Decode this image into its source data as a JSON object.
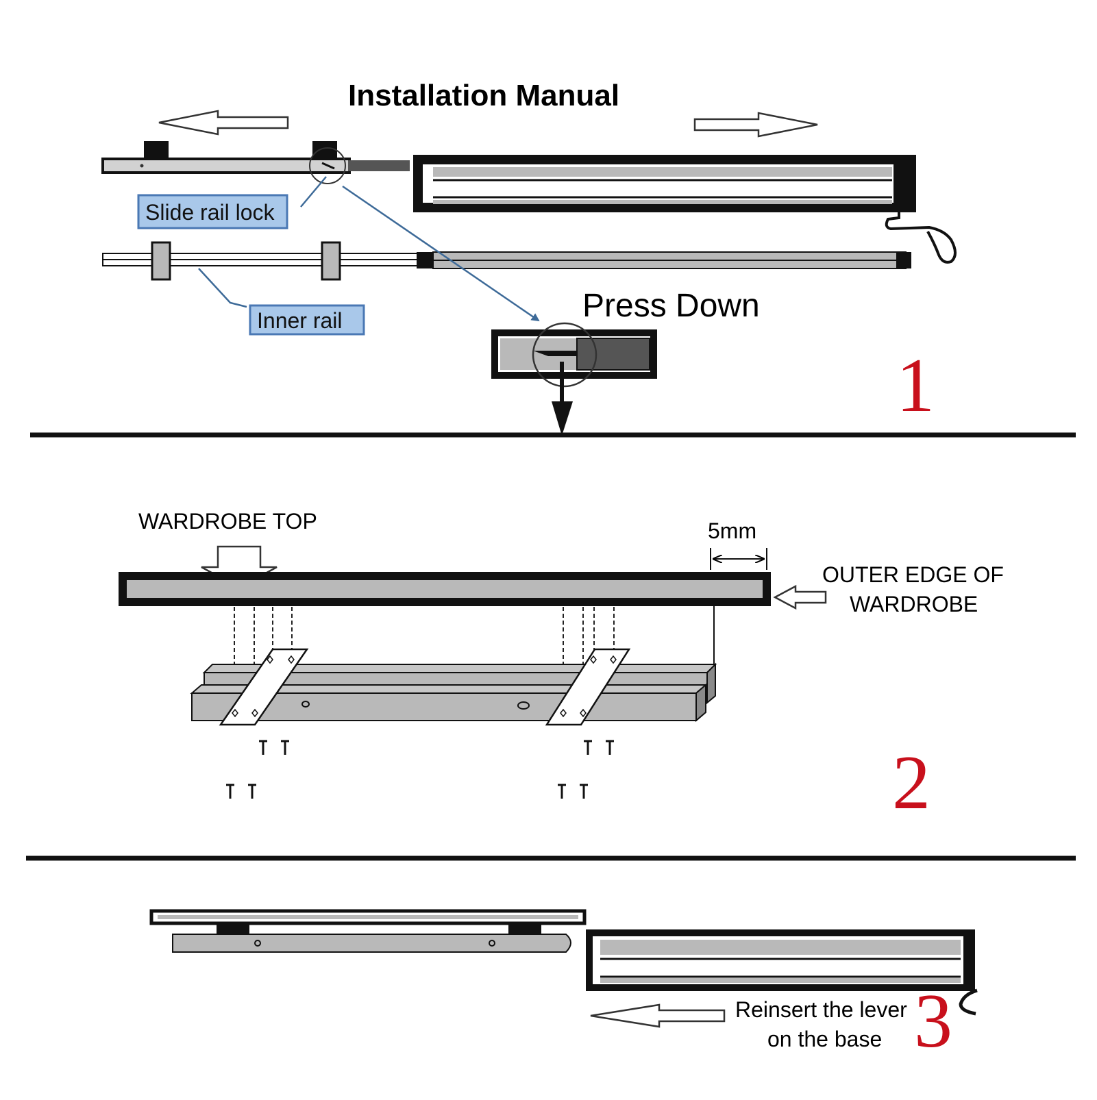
{
  "title": "Installation Manual",
  "colors": {
    "rail_fill": "#b9b9b9",
    "rail_dark": "#111111",
    "callout_fill": "#a9c8ea",
    "callout_border": "#4a78b4",
    "leader_line": "#3d6a98",
    "step_number": "#c8101c"
  },
  "step1": {
    "callout_slide_rail_lock": "Slide rail lock",
    "callout_inner_rail": "Inner rail",
    "press_down": "Press Down",
    "step_number": "1",
    "icons": [
      "arrow-left-icon",
      "arrow-right-icon",
      "arrow-down-icon"
    ]
  },
  "step2": {
    "wardrobe_top": "WARDROBE TOP",
    "gap": "5mm",
    "outer_edge_line1": "OUTER EDGE OF",
    "outer_edge_line2": "WARDROBE",
    "step_number": "2",
    "icons": [
      "arrow-down-icon",
      "arrow-left-icon",
      "screw-icon"
    ]
  },
  "step3": {
    "reinsert_line1": "Reinsert the lever",
    "reinsert_line2": "on the base",
    "step_number": "3",
    "icons": [
      "arrow-left-icon"
    ]
  }
}
